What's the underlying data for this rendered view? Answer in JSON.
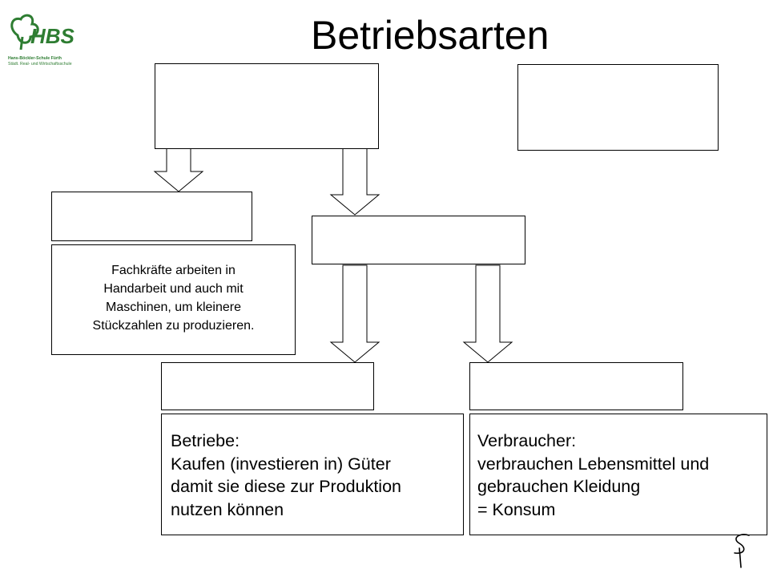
{
  "title": "Betriebsarten",
  "logo": {
    "letters": "HBS",
    "line1": "Hans-Böckler-Schule Fürth",
    "line2": "Städt. Real- und Wirtschaftsschule",
    "color": "#2e7d32"
  },
  "boxes": {
    "top_left": "",
    "top_right": "",
    "middle_left": "",
    "middle_center": "",
    "bottom_left": "",
    "bottom_right": ""
  },
  "handwerk_description": [
    "Fachkräfte arbeiten in",
    "Handarbeit und auch mit",
    "Maschinen, um kleinere",
    "Stückzahlen zu produzieren."
  ],
  "betriebe_description": [
    "Betriebe:",
    "Kaufen (investieren in) Güter",
    "damit sie diese zur Produktion",
    "nutzen können"
  ],
  "verbraucher_description": [
    "Verbraucher:",
    "verbrauchen Lebensmittel und",
    "gebrauchen Kleidung",
    "= Konsum"
  ]
}
